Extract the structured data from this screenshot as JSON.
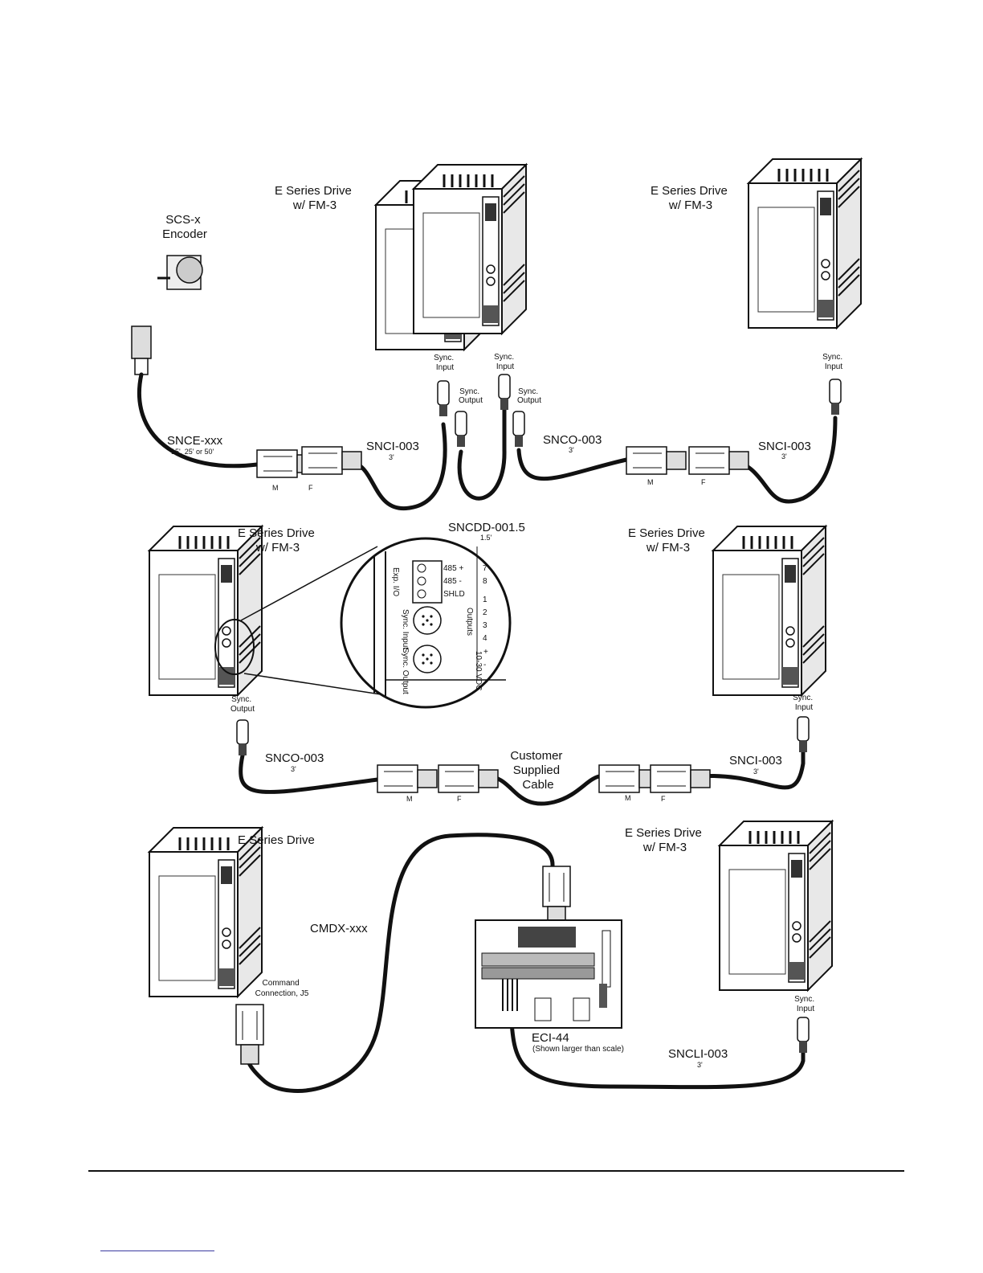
{
  "labels": {
    "drive_top_left": [
      "E Series Drive",
      "w/ FM-3"
    ],
    "drive_top_right": [
      "E Series Drive",
      "w/ FM-3"
    ],
    "encoder": [
      "SCS-x",
      "Encoder"
    ],
    "snce": "SNCE-xxx",
    "snce_len": "15', 25' or 50'",
    "snci_a": "SNCI-003",
    "snci_a_len": "3'",
    "snco_a": "SNCO-003",
    "snco_a_len": "3'",
    "snci_b": "SNCI-003",
    "snci_b_len": "3'",
    "sncdd": "SNCDD-001.5",
    "sncdd_len": "1.5'",
    "sync_input_1": [
      "Sync.",
      "Input"
    ],
    "sync_output_1": [
      "Sync.",
      "Output"
    ],
    "sync_input_2": [
      "Sync.",
      "Input"
    ],
    "sync_output_2": [
      "Sync.",
      "Output"
    ],
    "sync_input_3": [
      "Sync.",
      "Input"
    ],
    "m1": "M",
    "f1": "F",
    "m2": "M",
    "f2": "F",
    "drive_mid_left": [
      "E Series Drive",
      "w/ FM-3"
    ],
    "drive_mid_right": [
      "E Series Drive",
      "w/ FM-3"
    ],
    "zoom": {
      "exp_io": "Exp. I/O",
      "t485p": "485 +",
      "t485m": "485 -",
      "shld": "SHLD",
      "n7": "7",
      "n8": "8",
      "n1": "1",
      "n2": "2",
      "n3": "3",
      "n4": "4",
      "outputs": "Outputs",
      "sync_input": "Sync. Input",
      "sync_output": "Sync. Output",
      "vdc": "10-30 VDC",
      "plus": "+",
      "minus": "-"
    },
    "sync_output_mid": [
      "Sync.",
      "Output"
    ],
    "sync_input_mid": [
      "Sync.",
      "Input"
    ],
    "snco_b": "SNCO-003",
    "snco_b_len": "3'",
    "customer_cable": [
      "Customer",
      "Supplied",
      "Cable"
    ],
    "snci_c": "SNCI-003",
    "snci_c_len": "3'",
    "m3": "M",
    "f3": "F",
    "m4": "M",
    "f4": "F",
    "drive_bot_left": "E Series Drive",
    "drive_bot_right": [
      "E Series Drive",
      "w/ FM-3"
    ],
    "cmdx": "CMDX-xxx",
    "command_conn": [
      "Command",
      "Connection, J5"
    ],
    "eci": "ECI-44",
    "eci_note": "(Shown larger than scale)",
    "sncli": "SNCLI-003",
    "sncli_len": "3'",
    "sync_input_bot": [
      "Sync.",
      "Input"
    ]
  }
}
